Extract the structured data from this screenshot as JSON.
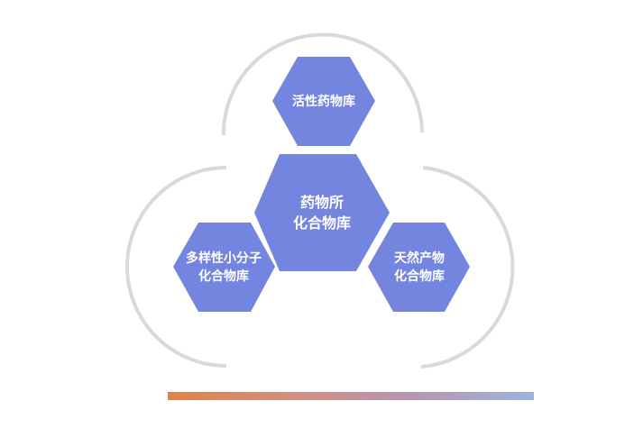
{
  "diagram": {
    "center": {
      "line1": "药物所",
      "line2": "化合物库"
    },
    "top": {
      "line1": "活性药物库"
    },
    "left": {
      "line1": "多样性小分子",
      "line2": "化合物库"
    },
    "right": {
      "line1": "天然产物",
      "line2": "化合物库"
    }
  },
  "colors": {
    "hexagon": "#7485df",
    "arc": "#d9d9d9",
    "bar_start": "#e0824a",
    "bar_end": "#9cb3de"
  }
}
